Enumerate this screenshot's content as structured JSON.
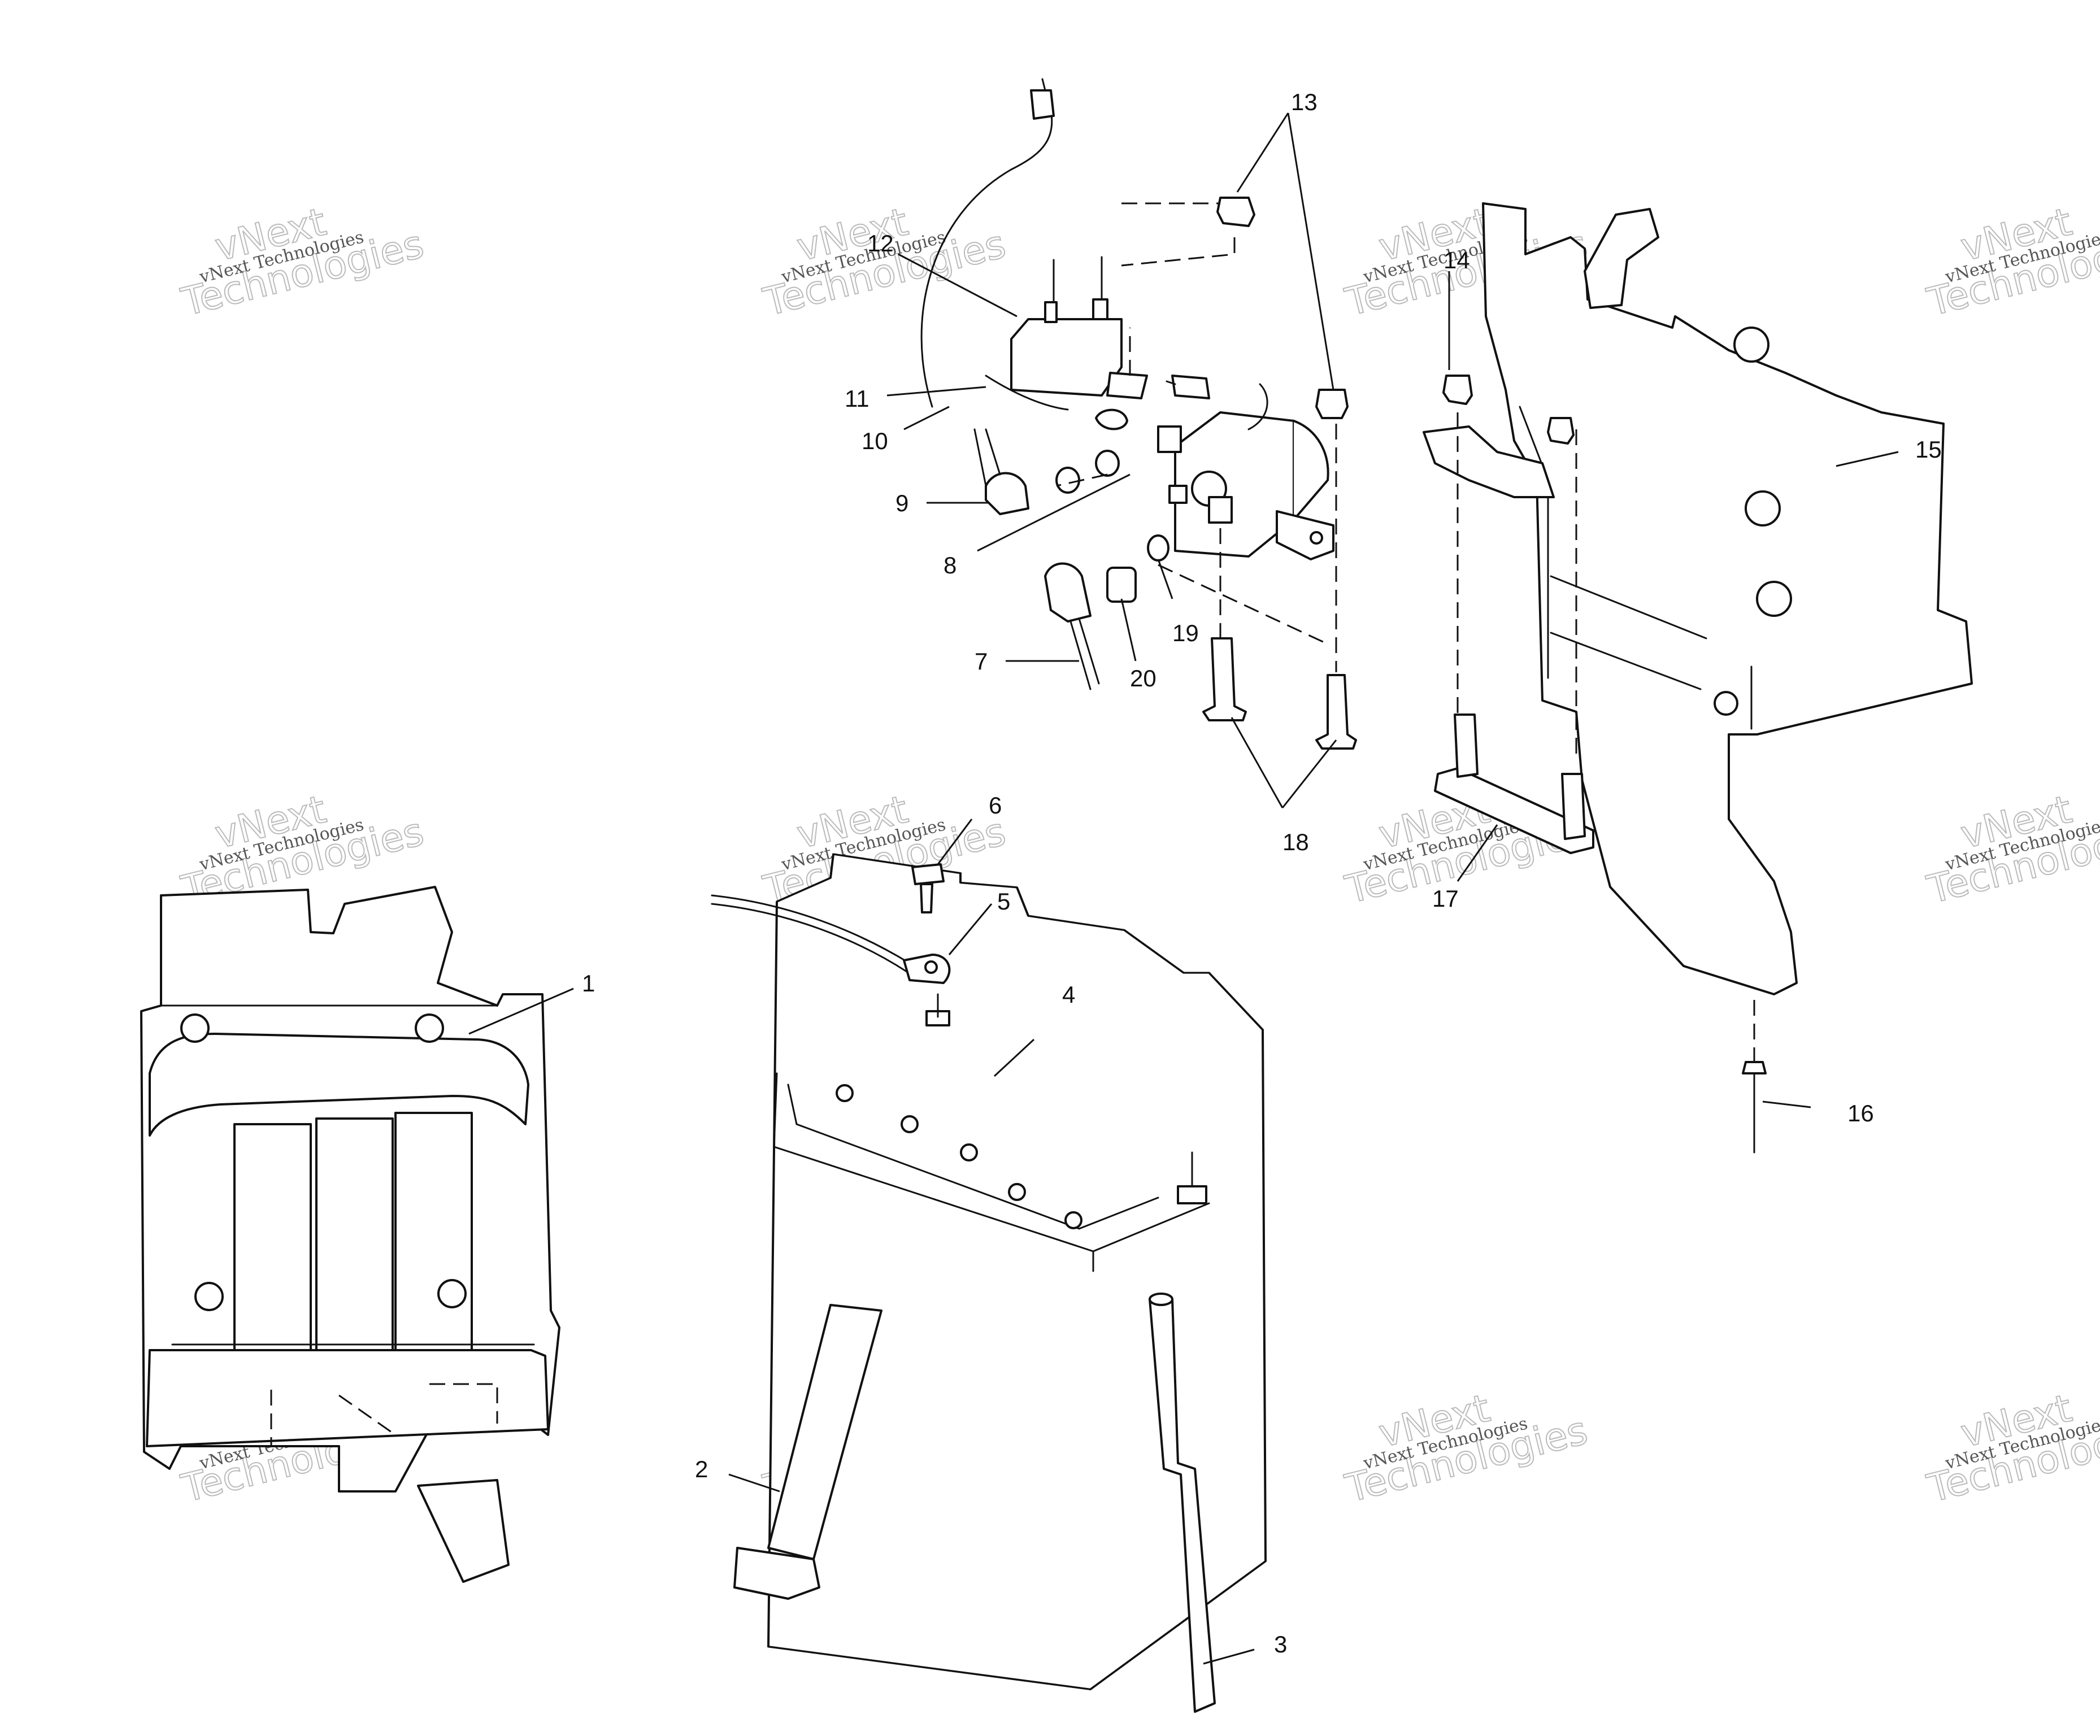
{
  "callouts": {
    "c1": "1",
    "c2": "2",
    "c3": "3",
    "c4": "4",
    "c5": "5",
    "c6": "6",
    "c7": "7",
    "c8": "8",
    "c9": "9",
    "c10": "10",
    "c11": "11",
    "c12": "12",
    "c13": "13",
    "c14": "14",
    "c15": "15",
    "c16": "16",
    "c17": "17",
    "c18": "18",
    "c19": "19",
    "c20": "20"
  },
  "watermark": {
    "small": "vNext Technologies",
    "big_top": "vNext",
    "big_bottom": "Technologies"
  }
}
